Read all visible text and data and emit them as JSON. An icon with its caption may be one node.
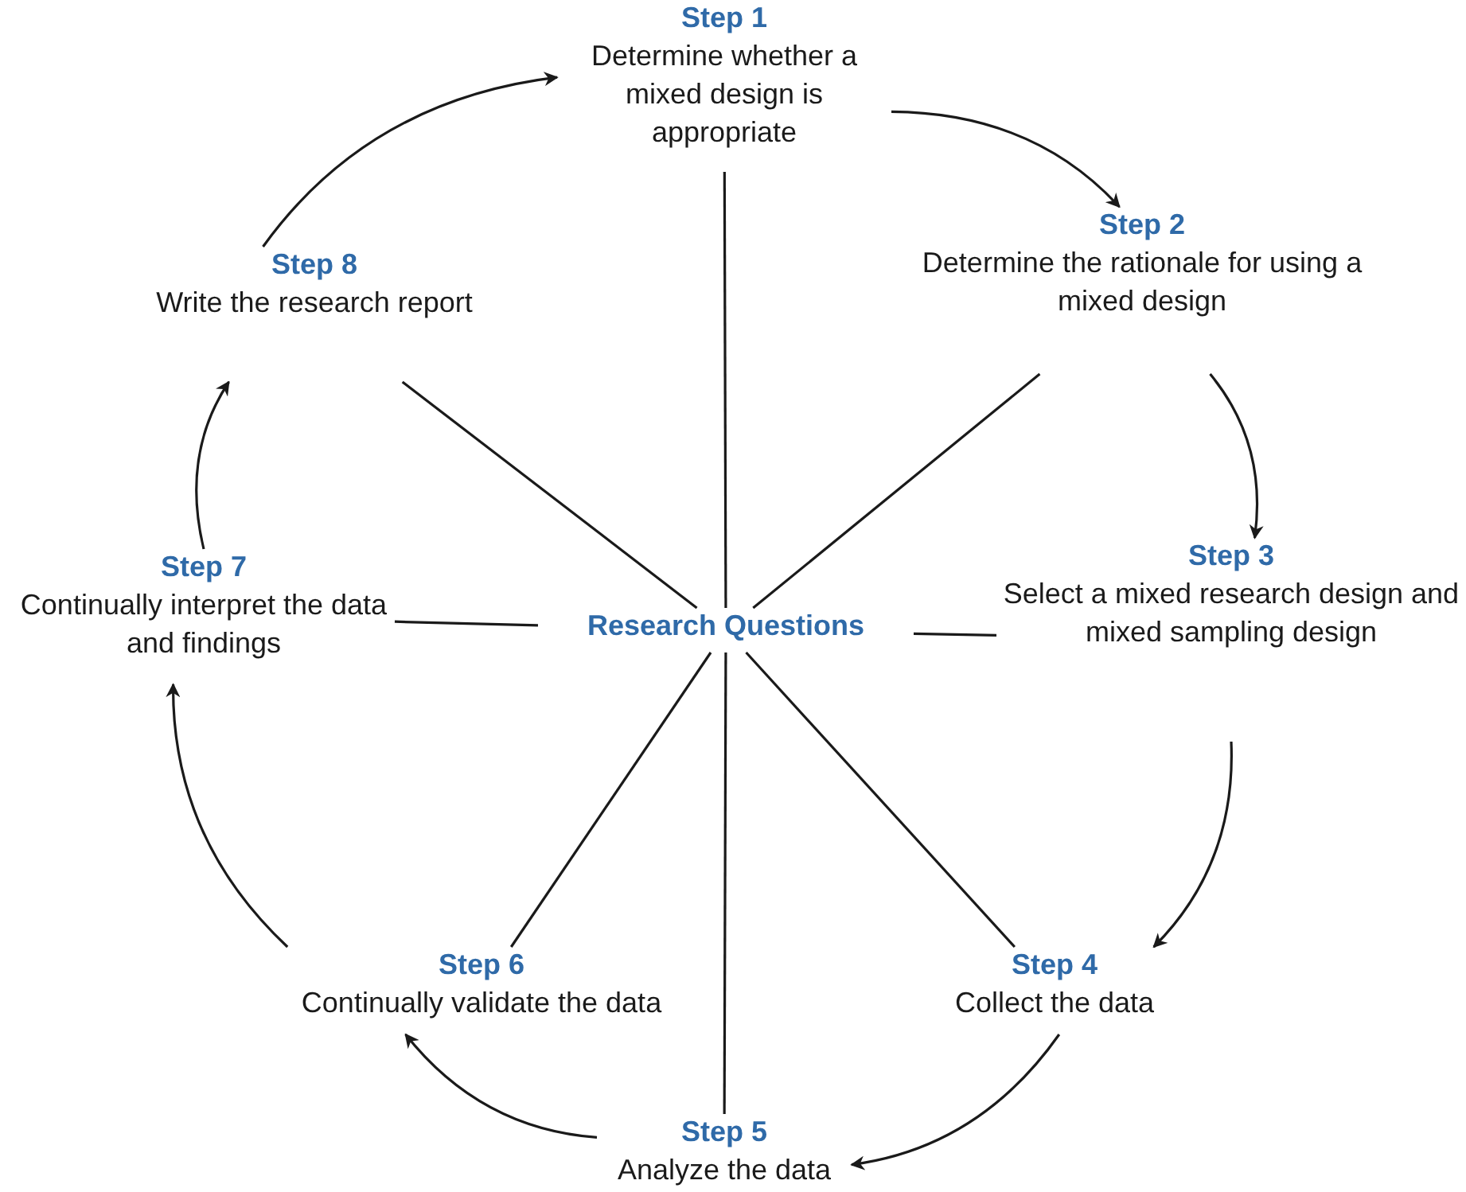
{
  "diagram": {
    "nodes": [
      {
        "text": [
          "Research Questions"
        ]
      },
      {
        "text": [
          "Step 1",
          "Determine whether a mixed design is appropriate"
        ]
      },
      {
        "text": [
          "Step 2",
          "Determine the rationale for using a mixed design"
        ]
      },
      {
        "text": [
          "Step 3",
          "Select a mixed research design and mixed sampling design"
        ]
      },
      {
        "text": [
          "Step 4",
          "Collect the data"
        ]
      },
      {
        "text": [
          "Step 5",
          "Analyze the data"
        ]
      },
      {
        "text": [
          "Step 6",
          "Continually validate the data"
        ]
      },
      {
        "text": [
          "Step 7",
          "Continually interpret the data and findings"
        ]
      },
      {
        "text": [
          "Step 8",
          "Write the research report"
        ]
      }
    ],
    "edges": [
      {
        "from": 1,
        "to": 2,
        "arrow": "to"
      },
      {
        "from": 2,
        "to": 3,
        "arrow": "to"
      },
      {
        "from": 3,
        "to": 4,
        "arrow": "to"
      },
      {
        "from": 4,
        "to": 5,
        "arrow": "to"
      },
      {
        "from": 5,
        "to": 6,
        "arrow": "to"
      },
      {
        "from": 6,
        "to": 7,
        "arrow": "to"
      },
      {
        "from": 7,
        "to": 8,
        "arrow": "to"
      },
      {
        "from": 8,
        "to": 1,
        "arrow": "to"
      },
      {
        "from": 0,
        "to": 1,
        "arrow": "none"
      },
      {
        "from": 0,
        "to": 2,
        "arrow": "none"
      },
      {
        "from": 0,
        "to": 3,
        "arrow": "none"
      },
      {
        "from": 0,
        "to": 4,
        "arrow": "none"
      },
      {
        "from": 0,
        "to": 5,
        "arrow": "none"
      },
      {
        "from": 0,
        "to": 6,
        "arrow": "none"
      },
      {
        "from": 0,
        "to": 7,
        "arrow": "none"
      },
      {
        "from": 0,
        "to": 8,
        "arrow": "none"
      }
    ]
  }
}
